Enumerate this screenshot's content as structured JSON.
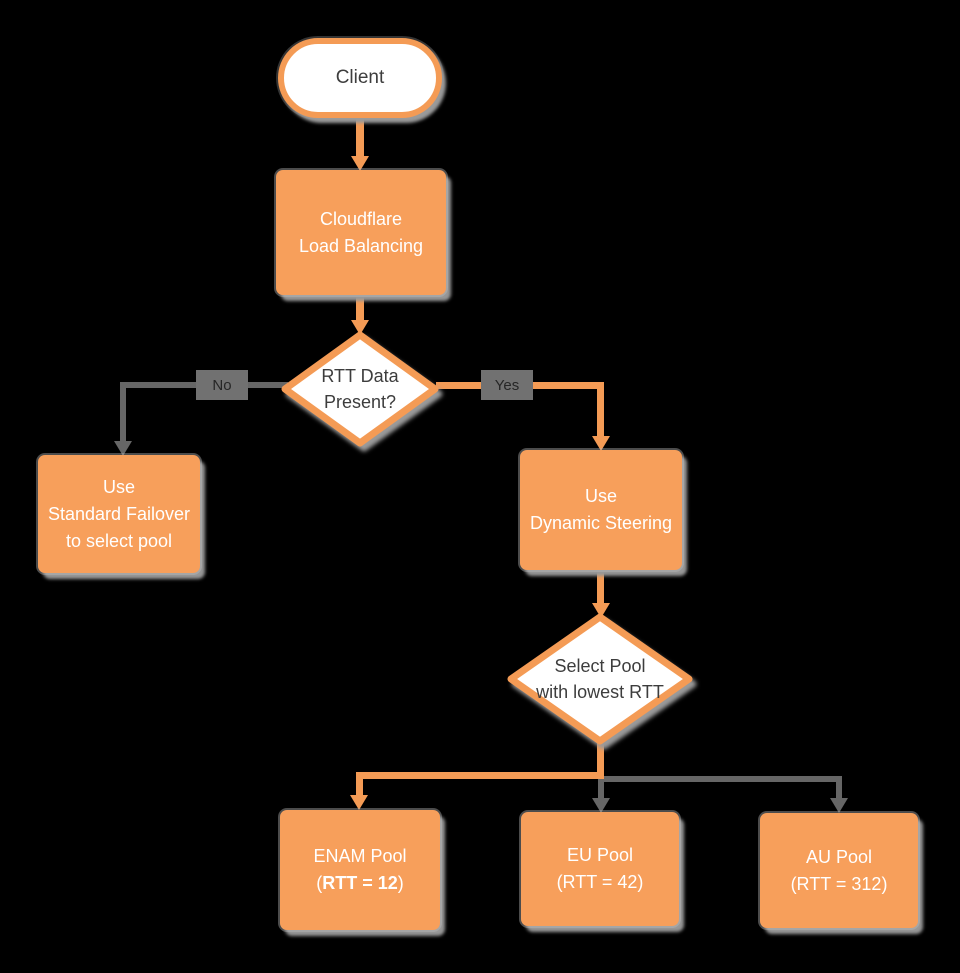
{
  "title": "Cloudflare Load Balancing flowchart",
  "colors": {
    "orange": "#F49B55",
    "box_fill": "#F79F5B",
    "line_gray": "#666666",
    "shadow_gray": "#9a9a9a",
    "background": "#000000",
    "box_text": "#ffffff",
    "shape_text": "#3d3d3d"
  },
  "nodes": {
    "client": {
      "label": "Client"
    },
    "load_balancer": {
      "line1": "Cloudflare",
      "line2": "Load Balancing"
    },
    "rtt_decision": {
      "line1": "RTT Data",
      "line2": "Present?"
    },
    "standard_failover": {
      "line1": "Use",
      "line2": "Standard Failover",
      "line3": "to select pool"
    },
    "dynamic_steering": {
      "line1": "Use",
      "line2": "Dynamic Steering"
    },
    "select_pool": {
      "line1": "Select Pool",
      "line2": "with lowest RTT"
    },
    "enam_pool": {
      "line1": "ENAM Pool",
      "line2_open": "(",
      "line2_bold": "RTT = 12",
      "line2_close": ")"
    },
    "eu_pool": {
      "line1": "EU Pool",
      "line2": "(RTT = 42)"
    },
    "au_pool": {
      "line1": "AU Pool",
      "line2": "(RTT = 312)"
    }
  },
  "edges": {
    "no_label": "No",
    "yes_label": "Yes"
  }
}
